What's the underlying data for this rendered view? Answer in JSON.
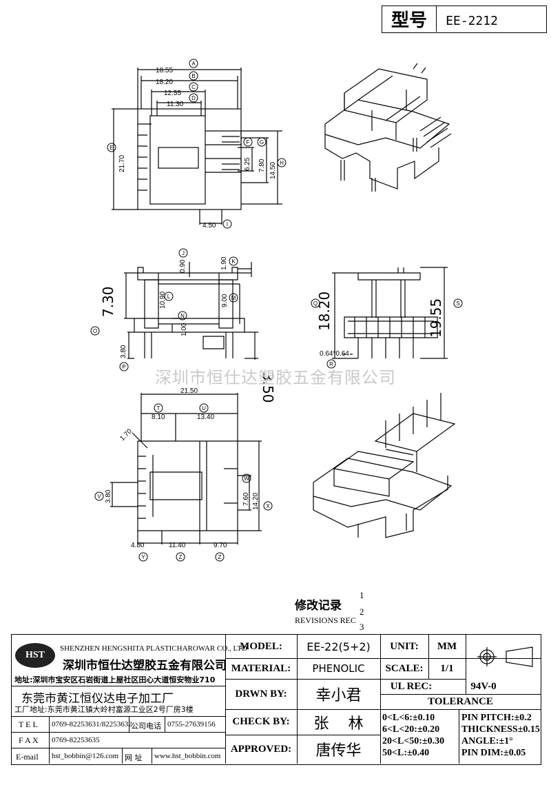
{
  "header": {
    "model_label": "型号",
    "model_value": "EE-2212"
  },
  "watermark": "深圳市恒仕达塑胶五金有限公司",
  "dims": {
    "A": "18.55",
    "B": "18.20",
    "C": "12.55",
    "D": "11.30",
    "E": "21.70",
    "G": "7.80",
    "H": "14.50",
    "F": "6.25",
    "I": "4.50",
    "J": "0.90",
    "K": "1.90",
    "L": "10.90",
    "M": "9.00",
    "N": "1.00",
    "O": "7.30",
    "P": "3.80",
    "bottom": "3.50",
    "Q": "18.20",
    "S": "19.55",
    "R": "0.64*0.64",
    "total_w": "21.50",
    "T": "8.10",
    "U": "13.40",
    "slant": "1.70",
    "V": "3.80",
    "W": "7.60",
    "X": "14.20",
    "Y": "4.80",
    "Z": "11.40",
    "zz": "9.70"
  },
  "revisions": {
    "title": "修改记录",
    "subtitle": "REVISIONS REC",
    "nums": [
      "1",
      "2",
      "3"
    ]
  },
  "company": {
    "logo": "HST",
    "name_en": "SHENZHEN HENGSHITA PLASTICHAROWAR CO., LTD",
    "name_cn": "深圳市恒仕达塑胶五金有限公司",
    "addr": "地址:深圳市宝安区石岩街道上屋社区田心大道恒安物业710",
    "factory": "东莞市黄江恒仪达电子加工厂",
    "factory_addr": "工厂地址:东莞市黄江镇大岭村富源工业区2号厂房3楼",
    "tel_label": "T E L",
    "tel": "0769-82253631/82253632",
    "office_label": "公司电话",
    "office": "0755-27639156",
    "fax_label": "F A X",
    "fax": "0769-82253635",
    "email_label": "E-mail",
    "email": "hst_bobbin@126.com",
    "web_label": "网  址",
    "web": "www.hst_bobbin.com"
  },
  "spec": {
    "model_label": "MODEL:",
    "model": "EE-22(5+2)",
    "unit_label": "UNIT:",
    "unit": "MM",
    "material_label": "MATERIAL:",
    "material": "PHENOLIC",
    "scale_label": "SCALE:",
    "scale": "1/1",
    "drwn_label": "DRWN BY:",
    "drwn": "幸小君",
    "ul_label": "UL REC:",
    "ul": "94V-0",
    "check_label": "CHECK BY:",
    "check": "张    林",
    "approved_label": "APPROVED:",
    "approved": "唐传华",
    "tolerance_title": "TOLERANCE",
    "tol": [
      "0<L<6:±0.10",
      "6<L<20:±0.20",
      "20<L<50:±0.30",
      "50<L:±0.40"
    ],
    "pin": [
      "PIN PITCH:±0.2",
      "THICKNESS±0.15",
      "ANGLE:±1°",
      "PIN DIM:±0.05"
    ]
  }
}
